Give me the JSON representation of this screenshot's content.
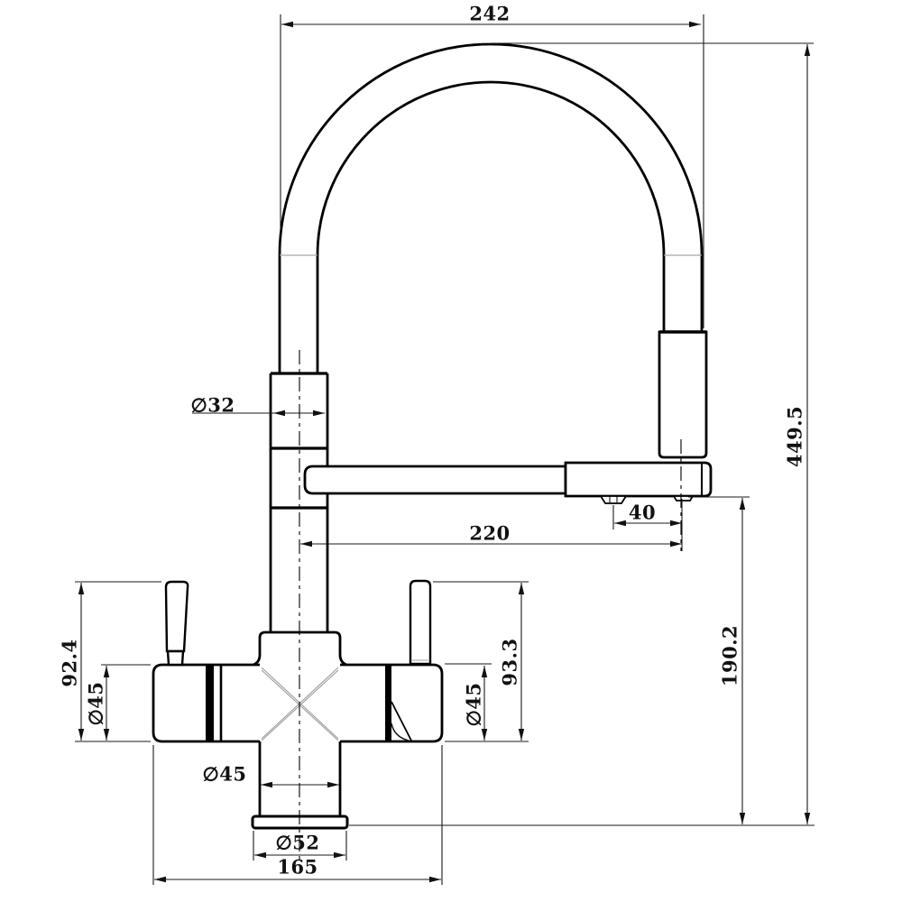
{
  "meta": {
    "drawing_type": "engineering dimension drawing",
    "subject": "pull-out kitchen mixer tap, front elevation"
  },
  "dims": {
    "hose_arc_width": "242",
    "overall_height": "449.5",
    "hose_diameter": "∅32",
    "spout_reach": "220",
    "aerator_offset": "40",
    "left_handle_height": "92.4",
    "right_handle_height": "93.3",
    "left_body_diameter": "∅45",
    "right_body_diameter": "∅45",
    "base_column_diameter": "∅45",
    "base_flange_diameter": "∅52",
    "base_width": "165",
    "spout_clearance": "190.2"
  }
}
